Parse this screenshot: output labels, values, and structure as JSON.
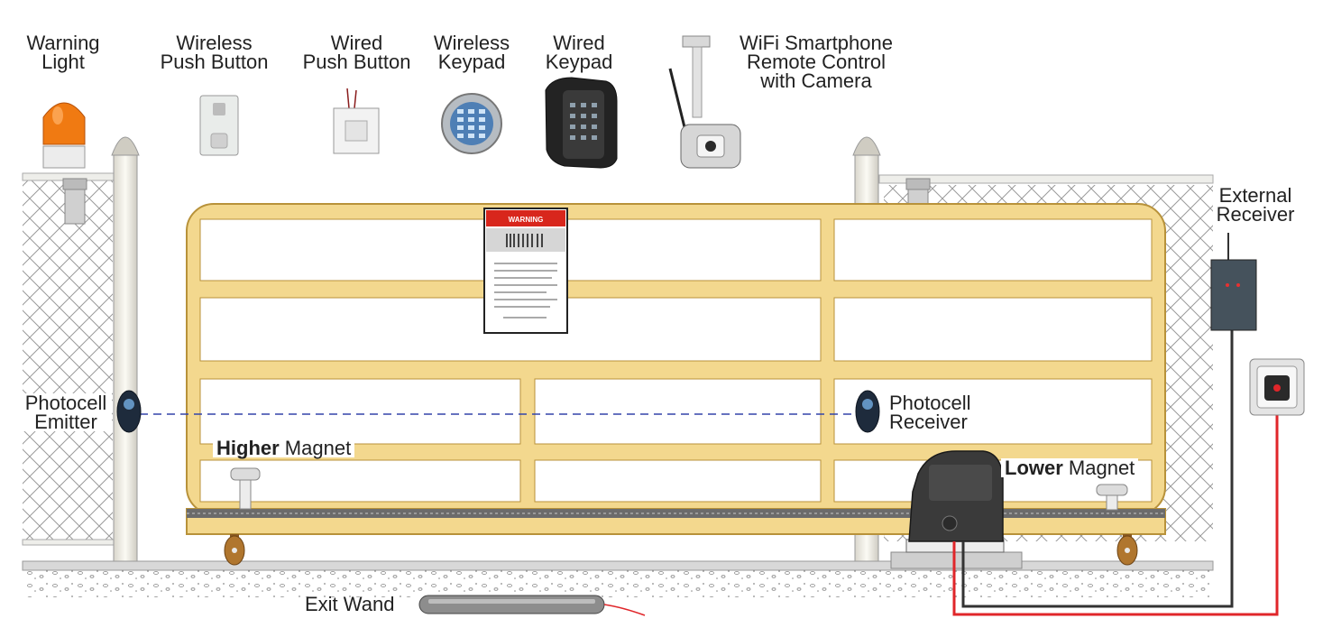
{
  "labels": {
    "warning_light": [
      "Warning",
      "Light"
    ],
    "wireless_push_button": [
      "Wireless",
      "Push Button"
    ],
    "wired_push_button": [
      "Wired",
      "Push Button"
    ],
    "wireless_keypad": [
      "Wireless",
      "Keypad"
    ],
    "wired_keypad": [
      "Wired",
      "Keypad"
    ],
    "wifi_camera": [
      "WiFi Smartphone",
      "Remote Control",
      "with Camera"
    ],
    "external_receiver": [
      "External",
      "Receiver"
    ],
    "photocell_emitter": [
      "Photocell",
      "Emitter"
    ],
    "photocell_receiver": [
      "Photocell",
      "Receiver"
    ],
    "higher_magnet": {
      "bold": "Higher",
      "rest": " Magnet"
    },
    "lower_magnet": {
      "bold": "Lower",
      "rest": " Magnet"
    },
    "exit_wand": "Exit Wand"
  },
  "warning_sign": {
    "header": "WARNING"
  },
  "colors": {
    "gate_fill": "#f3d88e",
    "gate_stroke": "#b8923a",
    "beam": "#3344aa",
    "red_wire": "#e0262a",
    "black_wire": "#333333",
    "warning_light": "#f07a12"
  }
}
